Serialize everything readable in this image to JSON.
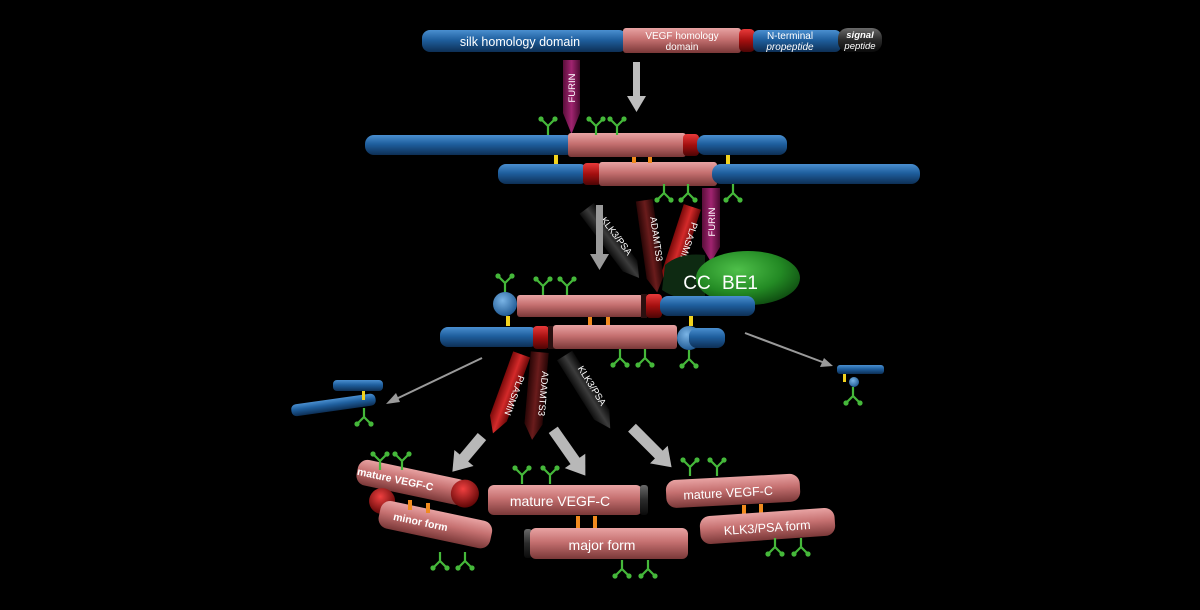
{
  "labels": {
    "silk_homology": "silk homology domain",
    "vegf_homology_line1": "VEGF homology",
    "vegf_homology_line2": "domain",
    "n_terminal_line1": "N-terminal",
    "n_terminal_line2": "propeptide",
    "signal_line1": "signal",
    "signal_line2": "peptide",
    "furin": "FURIN",
    "klk3_psa": "KLK3/PSA",
    "adamts3": "ADAMTS3",
    "plasmin": "PLASMIN",
    "ccbe1_cc": "CC",
    "ccbe1_be1": "BE1",
    "mature_vegf_c": "mature VEGF-C",
    "minor_form": "minor form",
    "major_form": "major form",
    "klk3_psa_form": "KLK3/PSA form"
  },
  "colors": {
    "background": "#000000",
    "blue_domain": "#1f5f9e",
    "vegf_domain": "#c97575",
    "red_cap": "#b01010",
    "dark_cap": "#3a1a1a",
    "furin": "#8c1a5a",
    "klk3": "#2a2a2a",
    "adamts3": "#5a1515",
    "plasmin": "#c41d1d",
    "ccbe1_green": "#2e8f2a",
    "ccbe1_dark": "#0e2a12",
    "glycan": "#45b83a",
    "disulfide_yellow": "#f2d21e",
    "disulfide_orange": "#f08a1e",
    "arrow": "#b8b8b8"
  }
}
